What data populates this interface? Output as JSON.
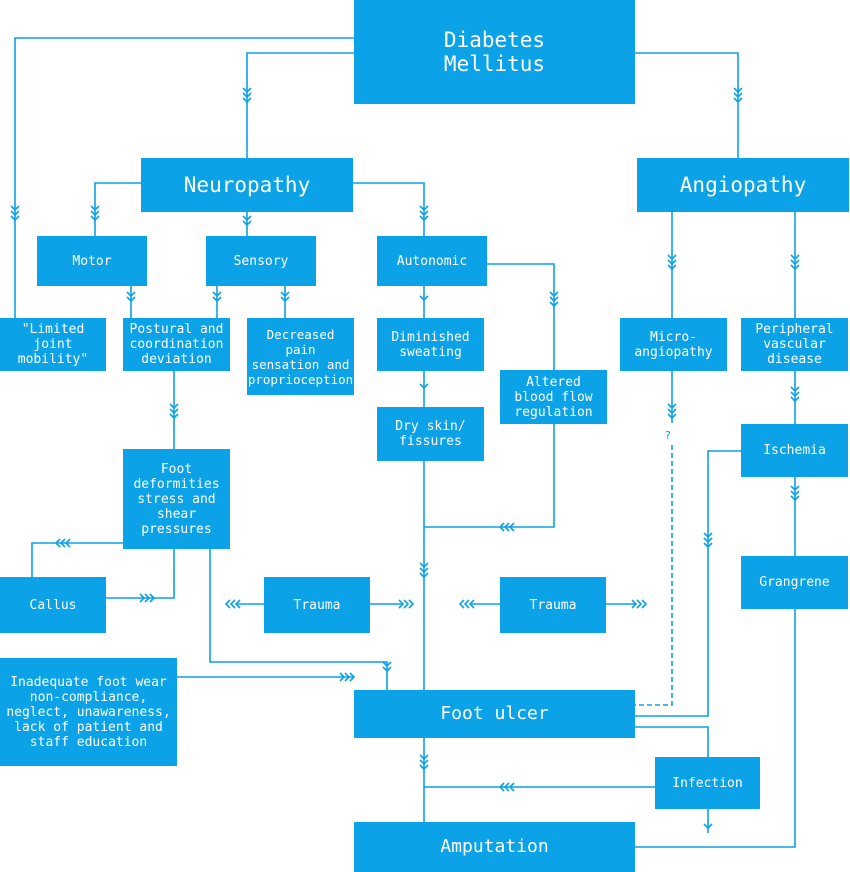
{
  "colors": {
    "fill": "#0ba2e8",
    "line": "#0ba2e8",
    "text": "#ffffff"
  },
  "nodes": {
    "diabetes": "Diabetes\nMellitus",
    "neuropathy": "Neuropathy",
    "angiopathy": "Angiopathy",
    "motor": "Motor",
    "sensory": "Sensory",
    "autonomic": "Autonomic",
    "limited_joint": "\"Limited joint\nmobility\"",
    "postural": "Postural and\ncoordination\ndeviation",
    "decreased_pain": "Decreased\npain\nsensation and\nproprioception",
    "diminished_sweating": "Diminished\nsweating",
    "dry_skin": "Dry skin/\nfissures",
    "altered_blood_flow": "Altered\nblood flow\nregulation",
    "microangiopathy": "Micro-\nangiopathy",
    "peripheral_vascular": "Peripheral\nvascular\ndisease",
    "ischemia": "Ischemia",
    "grangrene": "Grangrene",
    "foot_deformities": "Foot\ndeformities\nstress and\nshear\npressures",
    "callus": "Callus",
    "trauma_left": "Trauma",
    "trauma_right": "Trauma",
    "inadequate_foot_wear": "Inadequate foot wear\nnon-compliance,\nneglect, unawareness,\nlack of patient and\nstaff education",
    "foot_ulcer": "Foot ulcer",
    "infection": "Infection",
    "amputation": "Amputation"
  },
  "uncertain_label": "?"
}
